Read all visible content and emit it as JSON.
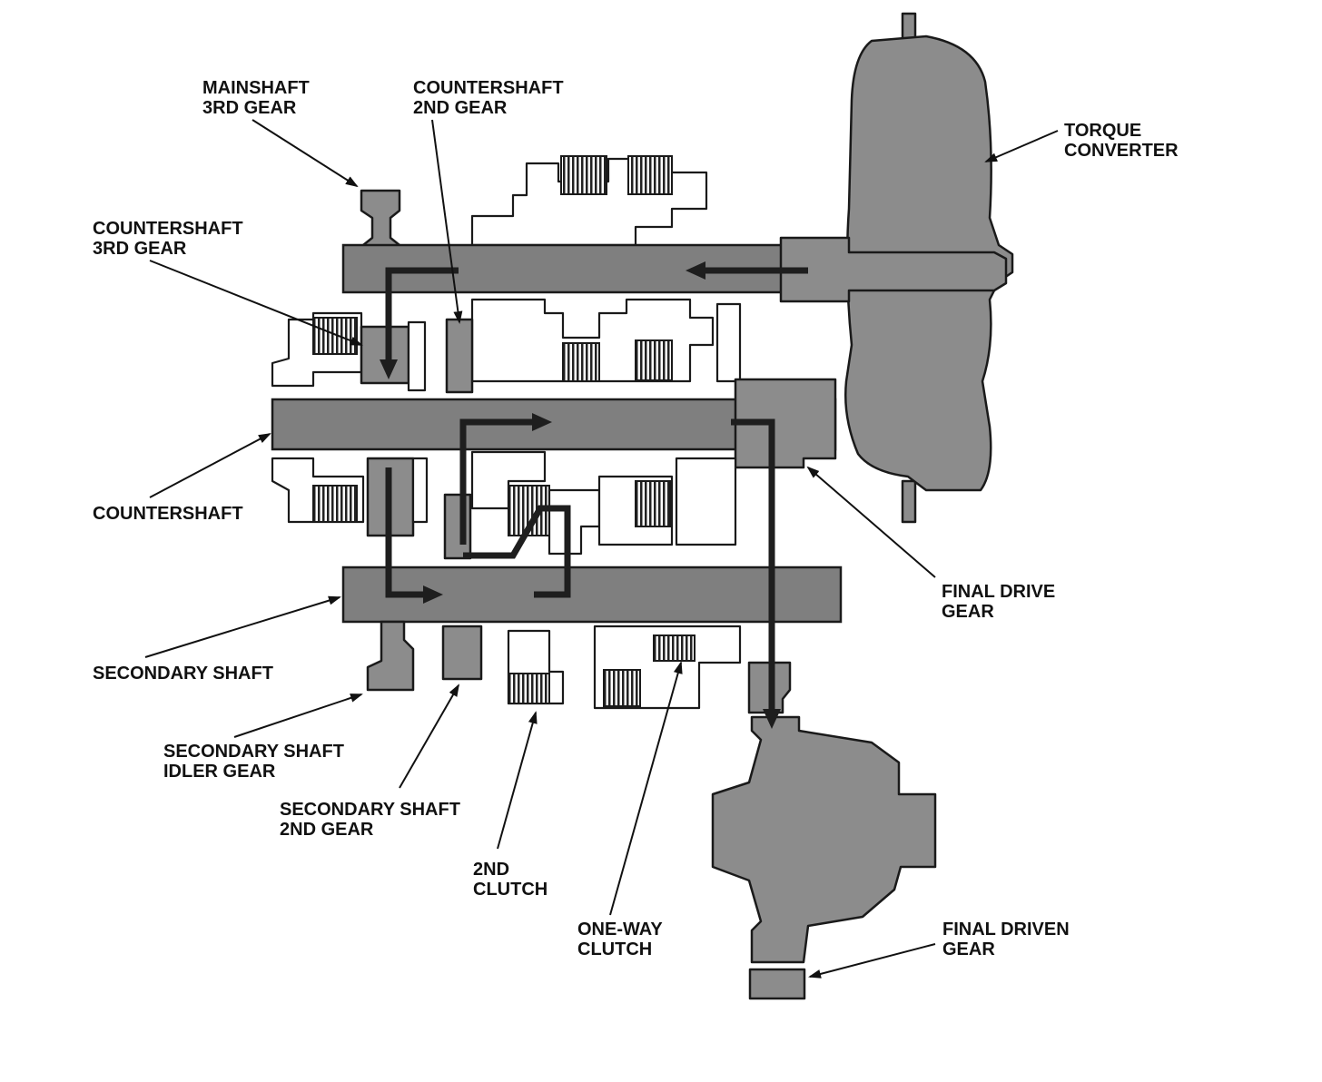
{
  "colors": {
    "housing": "#8c8c8c",
    "shaft": "#7f7f7f",
    "outline": "#1a1a1a",
    "flow": "#1e1e1e",
    "background": "#ffffff"
  },
  "labels": {
    "mainshaft_3rd": [
      "MAINSHAFT",
      "3RD GEAR"
    ],
    "countershaft_2nd": [
      "COUNTERSHAFT",
      "2ND GEAR"
    ],
    "torque_converter": [
      "TORQUE",
      "CONVERTER"
    ],
    "countershaft_3rd": [
      "COUNTERSHAFT",
      "3RD GEAR"
    ],
    "countershaft": [
      "COUNTERSHAFT"
    ],
    "final_drive": [
      "FINAL DRIVE",
      "GEAR"
    ],
    "secondary_shaft": [
      "SECONDARY SHAFT"
    ],
    "secondary_idler": [
      "SECONDARY SHAFT",
      "IDLER GEAR"
    ],
    "secondary_2nd": [
      "SECONDARY SHAFT",
      "2ND GEAR"
    ],
    "second_clutch": [
      "2ND",
      "CLUTCH"
    ],
    "one_way_clutch": [
      "ONE-WAY",
      "CLUTCH"
    ],
    "final_driven": [
      "FINAL DRIVEN",
      "GEAR"
    ]
  }
}
